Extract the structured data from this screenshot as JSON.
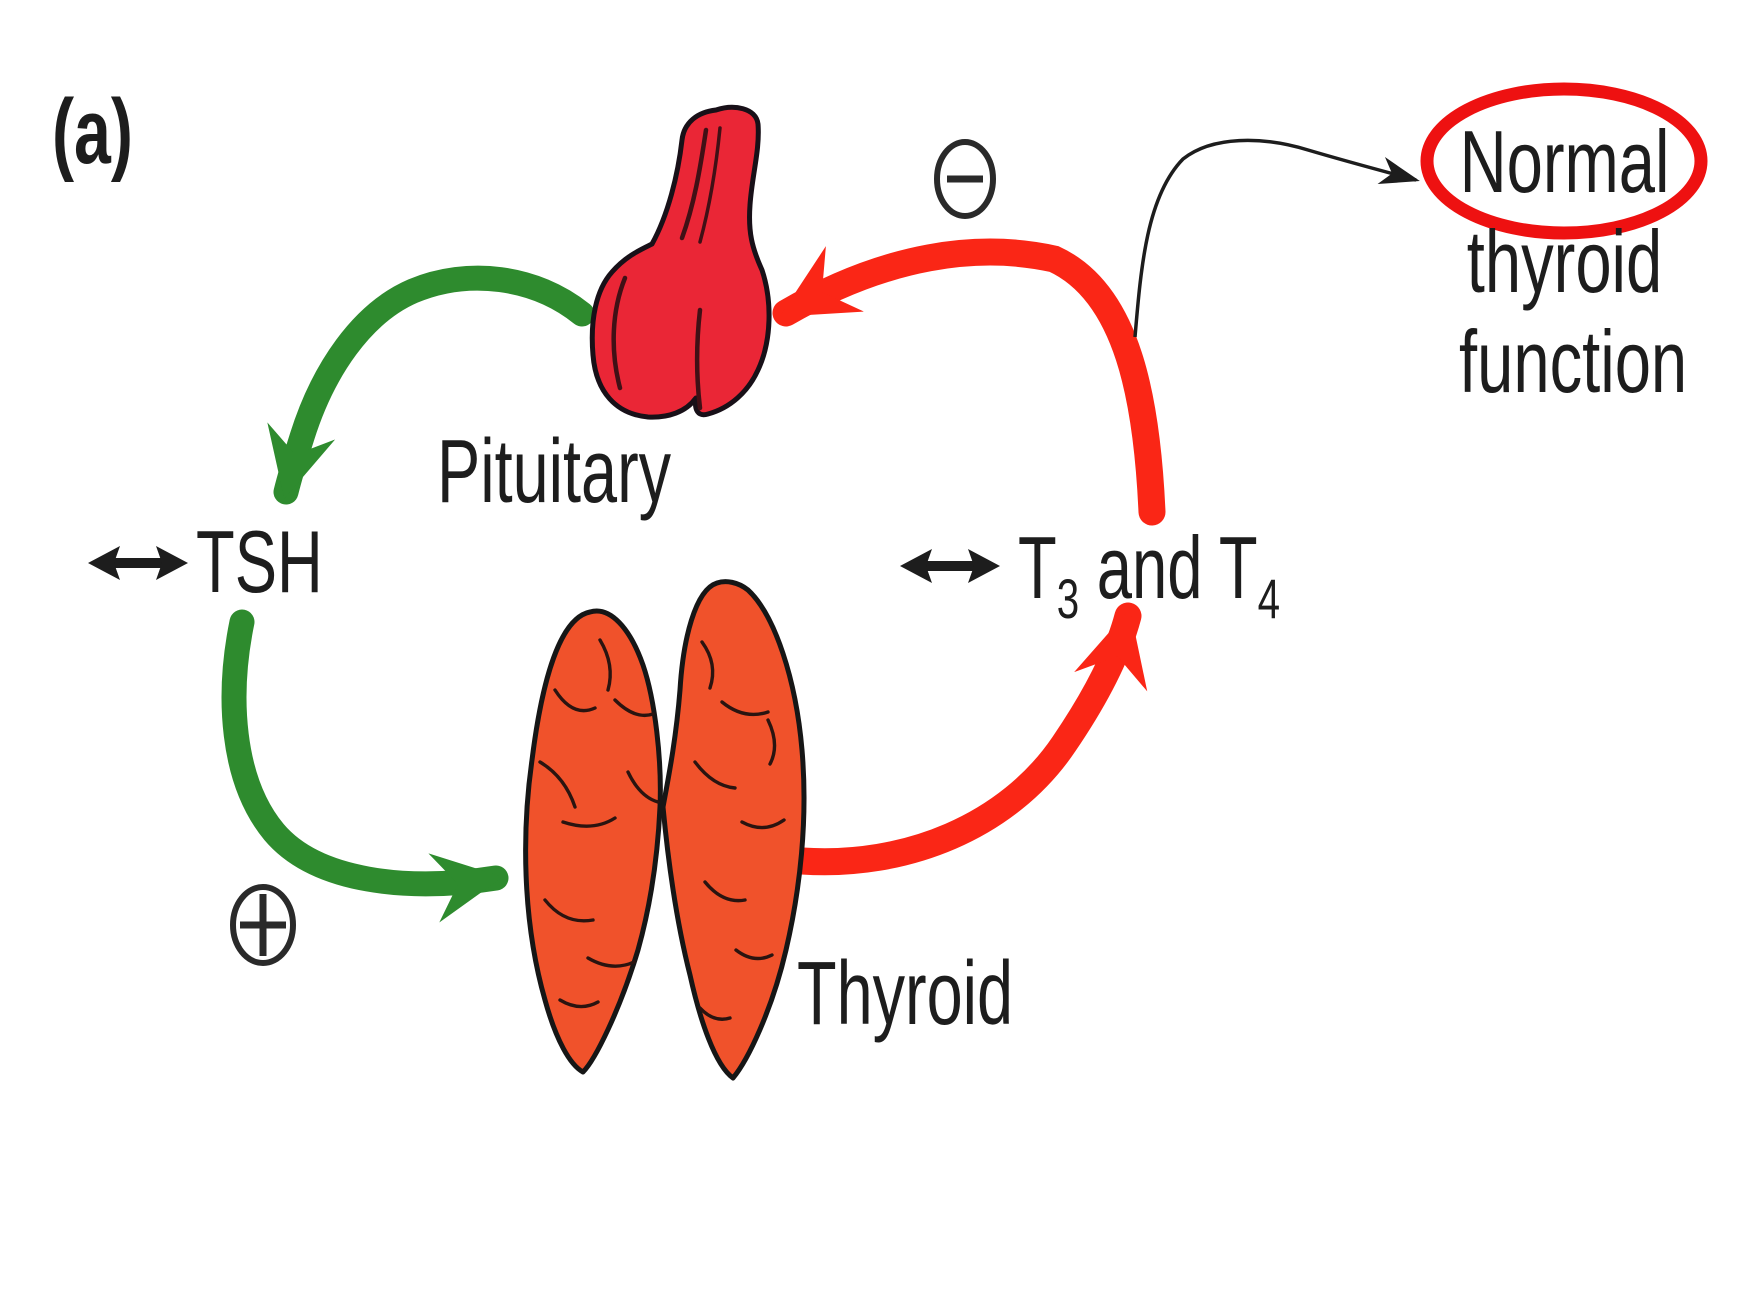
{
  "figure": {
    "panel_label": "(a)",
    "nodes": {
      "pituitary_label": "Pituitary",
      "thyroid_label": "Thyroid",
      "tsh_label": "TSH",
      "hormones": {
        "t3_base": "T",
        "t3_sub": "3",
        "conjunction": " and ",
        "t4_base": "T",
        "t4_sub": "4"
      },
      "outcome": {
        "line1": "Normal",
        "line2": "thyroid",
        "line3": "function"
      }
    },
    "symbols": {
      "stimulation": "+",
      "inhibition": "−"
    },
    "colors": {
      "stimulatory_arrow_green": "#2e8b2e",
      "inhibitory_arrow_red": "#fa2616",
      "pituitary_fill": "#ea2636",
      "thyroid_fill": "#f0522b",
      "highlight_ellipse_red": "#ee1111",
      "symbol_black": "#2a2a2a",
      "text_black": "#1d1d1d"
    }
  }
}
